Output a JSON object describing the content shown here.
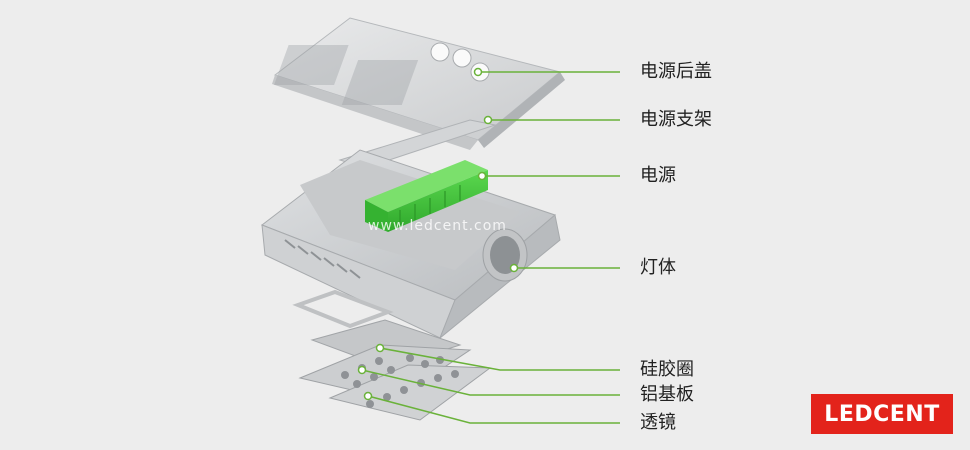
{
  "labels": {
    "power_cover": "电源后盖",
    "power_bracket": "电源支架",
    "power_supply": "电源",
    "lamp_body": "灯体",
    "silicone_ring": "硅胶圈",
    "aluminum_board": "铝基板",
    "lens": "透镜"
  },
  "watermark": "www.ledcent.com",
  "brand": {
    "name": "LEDCENT",
    "color": "#e3231b"
  },
  "colors": {
    "background": "#ededed",
    "leader_line": "#6ab23a",
    "power_green": "#3fc23f",
    "metal": "#d6d8da"
  }
}
